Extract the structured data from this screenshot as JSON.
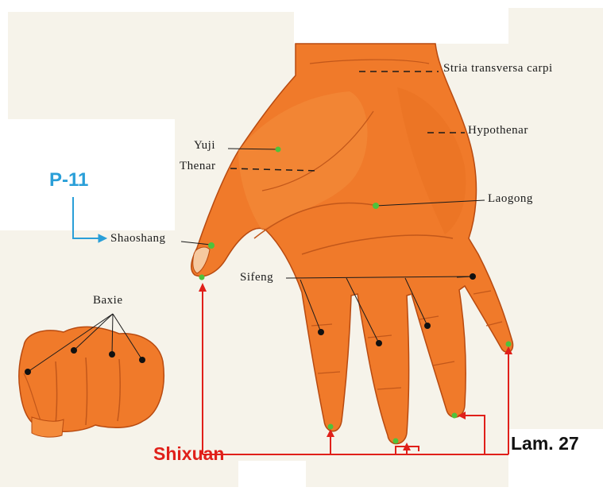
{
  "colors": {
    "skin": "#f07a2a",
    "skin_dark": "#d85a12",
    "paper": "#f6f3ea",
    "point_green": "#4ec23c",
    "point_black": "#111111",
    "p11_blue": "#2a9fd8",
    "shixuan_red": "#e0201a"
  },
  "labels": {
    "stria": "Stria transversa carpi",
    "hypothenar": "Hypothenar",
    "yuji": "Yuji",
    "thenar": "Thenar",
    "laogong": "Laogong",
    "shaoshang": "Shaoshang",
    "sifeng": "Sifeng",
    "baxie": "Baxie",
    "p11": "P-11",
    "shixuan": "Shixuan",
    "plate": "Lam. 27"
  }
}
